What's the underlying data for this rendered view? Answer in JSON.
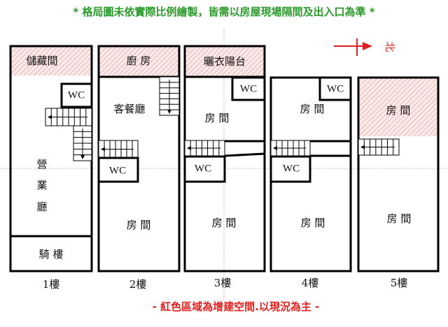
{
  "header": {
    "note": "* 格局圖未依實際比例繪製，皆需以房屋現場隔間及出入口為準 *",
    "color": "#2a9a2a"
  },
  "footer": {
    "note": "- 紅色區域為增建空間.以現況為主 -",
    "color": "#e02020"
  },
  "compass": {
    "label": "北",
    "color": "#e02020"
  },
  "floors": [
    {
      "label": "1樓",
      "rooms": {
        "storage": "儲藏間",
        "wc": "WC",
        "hall_1": "營",
        "hall_2": "業",
        "hall_3": "廳",
        "arcade": "騎 樓"
      }
    },
    {
      "label": "2樓",
      "rooms": {
        "kitchen": "廚 房",
        "living": "客餐廳",
        "wc": "WC",
        "bedroom": "房 間"
      }
    },
    {
      "label": "3樓",
      "rooms": {
        "balcony": "曬衣陽台",
        "wc_top": "WC",
        "bedroom_front": "房 間",
        "wc_bottom": "WC",
        "bedroom_back": "房 間"
      }
    },
    {
      "label": "4樓",
      "rooms": {
        "wc_top": "WC",
        "bedroom_front": "房 間",
        "wc_bottom": "WC",
        "bedroom_back": "房 間"
      }
    },
    {
      "label": "5樓",
      "rooms": {
        "bedroom_front": "房 間",
        "bedroom_back": "房 間"
      }
    }
  ],
  "hatch_color": "#e8a0a0"
}
